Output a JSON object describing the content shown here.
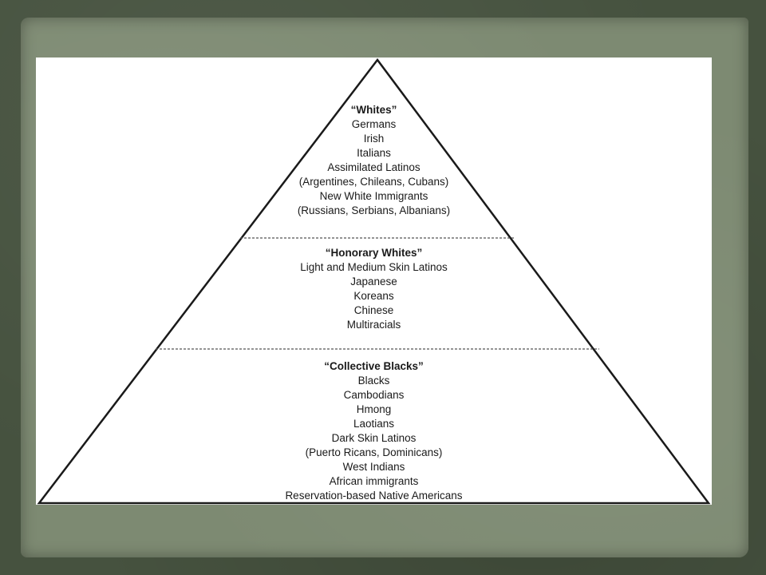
{
  "tiers": [
    {
      "title": "“Whites”",
      "items": [
        "Germans",
        "Irish",
        "Italians",
        "Assimilated Latinos",
        "(Argentines, Chileans, Cubans)",
        "New White Immigrants",
        "(Russians, Serbians, Albanians)"
      ]
    },
    {
      "title": "“Honorary Whites”",
      "items": [
        "Light and Medium Skin Latinos",
        "Japanese",
        "Koreans",
        "Chinese",
        "Multiracials"
      ]
    },
    {
      "title": "“Collective Blacks”",
      "items": [
        "Blacks",
        "Cambodians",
        "Hmong",
        "Laotians",
        "Dark Skin Latinos",
        "(Puerto Ricans, Dominicans)",
        "West Indians",
        "African immigrants",
        "Reservation-based Native Americans"
      ]
    }
  ],
  "colors": {
    "frame_dark": "#46523f",
    "frame_light": "#7d8a72",
    "canvas": "#ffffff",
    "line": "#1a1a1a"
  }
}
